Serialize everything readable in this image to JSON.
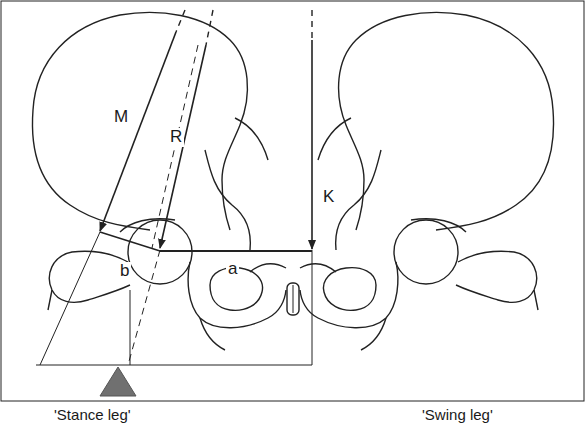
{
  "diagram": {
    "labels": [
      "M",
      "R",
      "K",
      "b",
      "a",
      "'Stance leg'",
      "'Swing leg'"
    ]
  }
}
